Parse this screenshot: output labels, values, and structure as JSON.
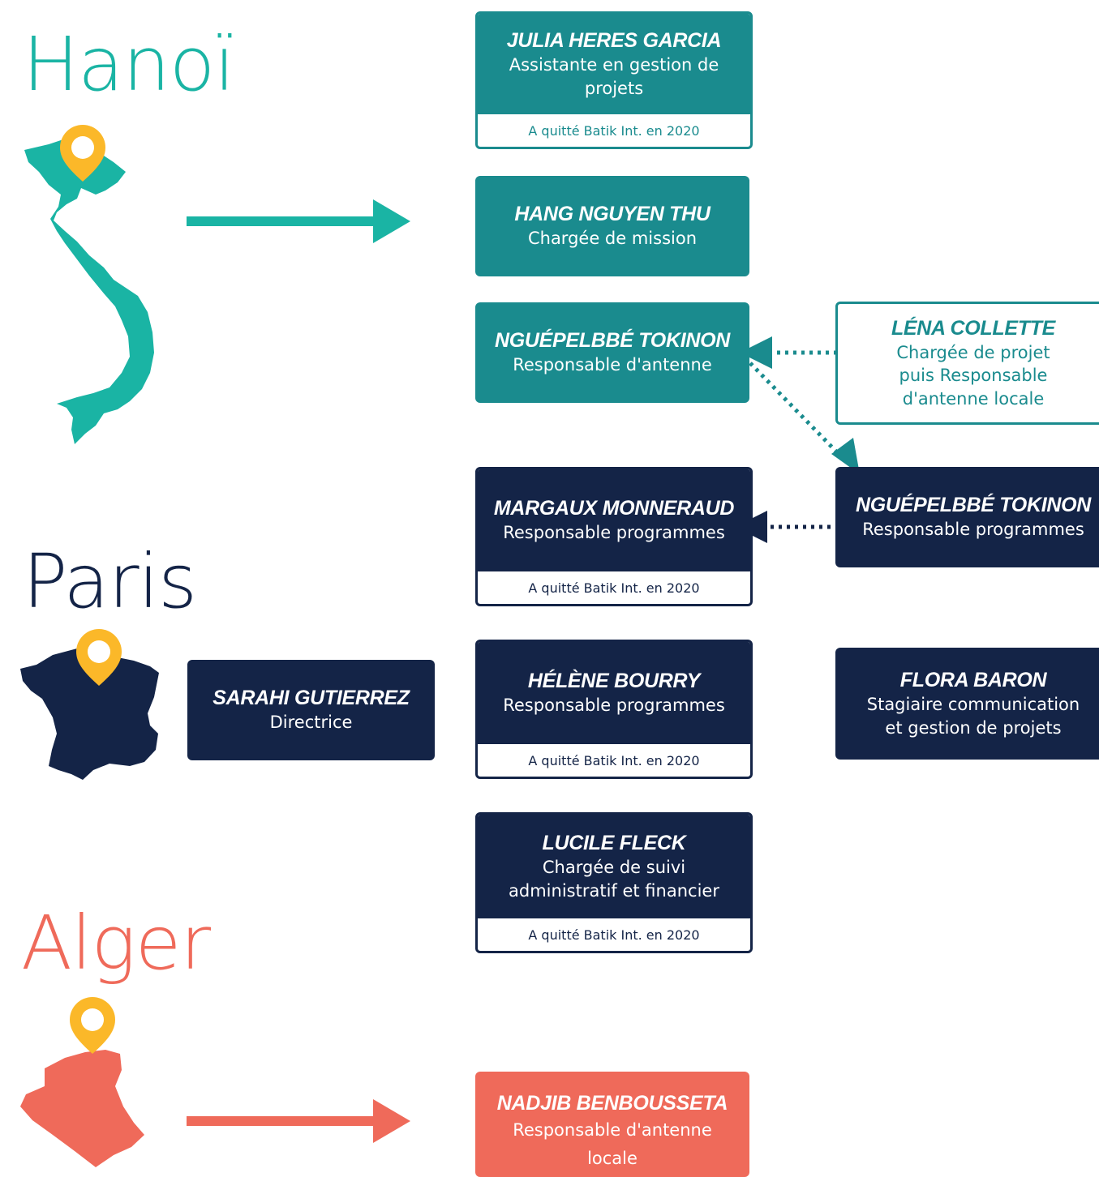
{
  "cities": {
    "hanoi": {
      "label": "Hanoï",
      "color": "#1ab4a4"
    },
    "paris": {
      "label": "Paris",
      "color": "#142447"
    },
    "alger": {
      "label": "Alger",
      "color": "#ef6a5a"
    }
  },
  "colors": {
    "teal": "#1a8b8e",
    "navy": "#142447",
    "coral": "#ef6a5a",
    "pin": "#fbb829"
  },
  "people": {
    "julia": {
      "name": "JULIA HERES GARCIA",
      "role": "Assistante en gestion de projets",
      "note": "A quitté Batik Int. en 2020"
    },
    "hang": {
      "name": "HANG NGUYEN THU",
      "role": "Chargée de mission"
    },
    "ngue1": {
      "name": "NGUÉPELBBÉ TOKINON",
      "role": "Responsable d'antenne"
    },
    "lena": {
      "name": "LÉNA COLLETTE",
      "role": "Chargée de projet puis Responsable d'antenne locale"
    },
    "margaux": {
      "name": "MARGAUX MONNERAUD",
      "role": "Responsable programmes",
      "note": "A quitté Batik Int. en 2020"
    },
    "ngue2": {
      "name": "NGUÉPELBBÉ TOKINON",
      "role": "Responsable programmes"
    },
    "sarahi": {
      "name": "SARAHI GUTIERREZ",
      "role": "Directrice"
    },
    "helene": {
      "name": "HÉLÈNE BOURRY",
      "role": "Responsable programmes",
      "note": "A quitté Batik Int. en 2020"
    },
    "flora": {
      "name": "FLORA BARON",
      "role": "Stagiaire communication et gestion de projets"
    },
    "lucile": {
      "name": "LUCILE FLECK",
      "role": "Chargée de suivi administratif et financier",
      "note": "A quitté Batik Int. en 2020"
    },
    "nadjib": {
      "name": "NADJIB BENBOUSSETA",
      "role": "Responsable d'antenne locale"
    }
  }
}
